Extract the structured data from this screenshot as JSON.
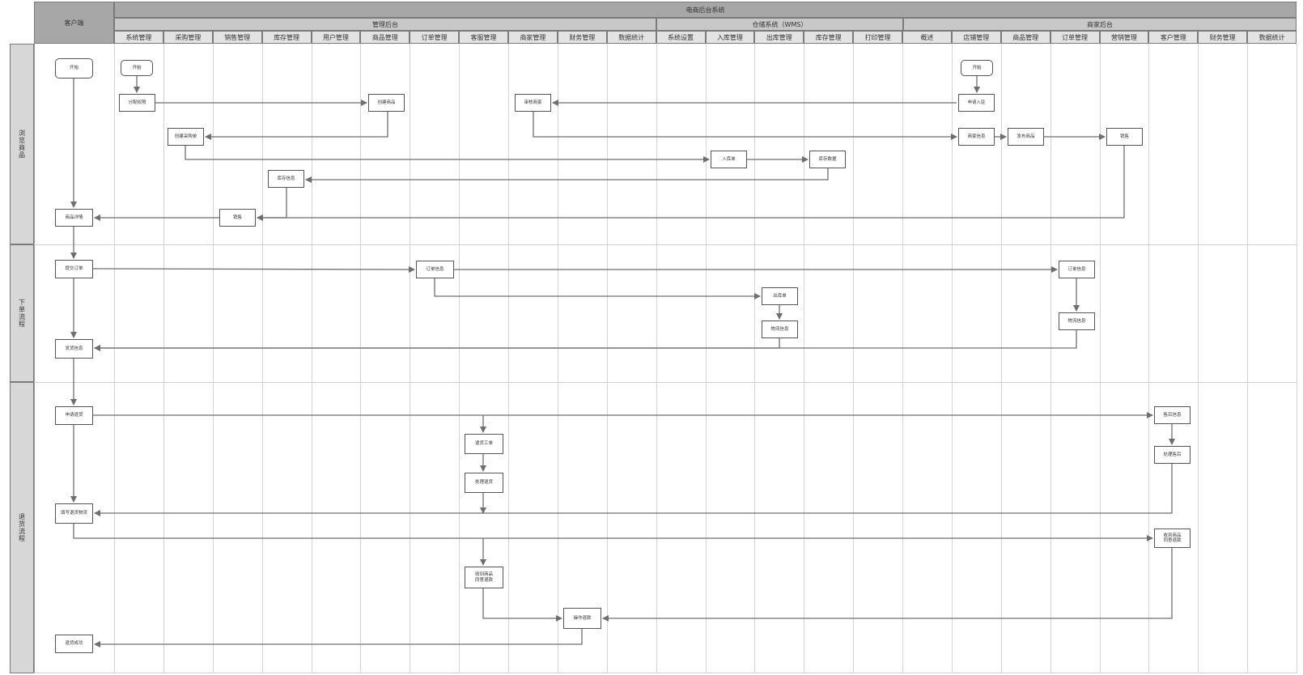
{
  "header": {
    "system_title": "电商后台系统",
    "client_title": "客户端",
    "groups": [
      {
        "label": "管理后台"
      },
      {
        "label": "仓储系统（WMS）"
      },
      {
        "label": "商家后台"
      }
    ],
    "columns": [
      "系统管理",
      "采购管理",
      "销售管理",
      "库存管理",
      "用户管理",
      "商品管理",
      "订单管理",
      "客服管理",
      "商家管理",
      "财务管理",
      "数据统计",
      "系统设置",
      "入库管理",
      "出库管理",
      "库存管理",
      "打印管理",
      "概述",
      "店铺管理",
      "商品管理",
      "订单管理",
      "营销管理",
      "客户管理",
      "财务管理",
      "数据统计"
    ]
  },
  "lanes": [
    {
      "label": "浏览商品"
    },
    {
      "label": "下单流程"
    },
    {
      "label": "退货流程"
    }
  ],
  "nodes": {
    "n_start_client": "开始",
    "n_start_admin": "开始",
    "n_assign": "分配权限",
    "n_create_goods": "创建商品",
    "n_review_merchant": "审核商家",
    "n_start_merchant": "开始",
    "n_apply_join": "申请入驻",
    "n_create_po": "创建采购单",
    "n_merchant_info": "商家信息",
    "n_publish_goods": "发布商品",
    "n_sales_m": "销售",
    "n_inbound_order": "入库单",
    "n_stock_data": "库存数据",
    "n_stock_info": "库存信息",
    "n_sales_admin": "销售",
    "n_goods_detail": "商品详情",
    "n_submit_order": "提交订单",
    "n_order_info_admin": "订单信息",
    "n_order_info_m": "订单信息",
    "n_outbound": "出库单",
    "n_logistics_wms": "物流信息",
    "n_logistics_m": "物流信息",
    "n_ship_info": "发货信息",
    "n_apply_return": "申请退货",
    "n_aftersale_info": "售后信息",
    "n_return_ticket": "退货工单",
    "n_handle_aftersale": "处理售后",
    "n_handle_return": "处理退货",
    "n_fill_logistics": "填写退货物流",
    "n_received_m": "收到商品\n同意退款",
    "n_received_admin": "收到商品\n同意退款",
    "n_refund": "操作退款",
    "n_return_success": "退货成功"
  },
  "colors": {
    "header_dark": "#a7a7a7",
    "header_mid": "#c8c8c8",
    "header_light": "#e3e3e3",
    "lane_label": "#d7d7d7",
    "connector": "#6e6e6e"
  }
}
